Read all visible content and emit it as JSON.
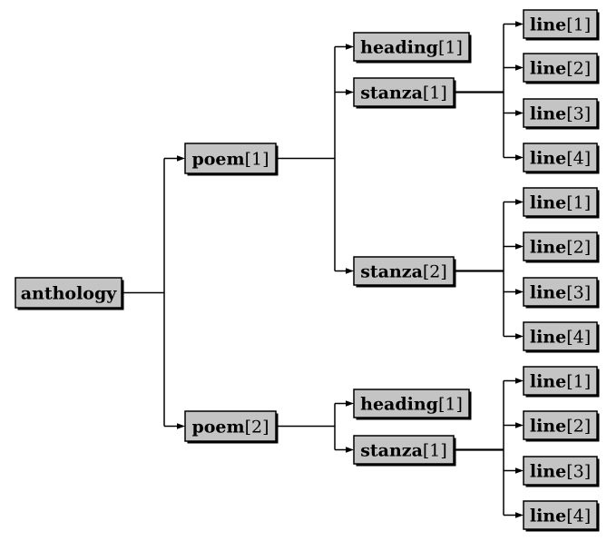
{
  "tree": {
    "root": {
      "name": "anthology",
      "index": ""
    },
    "poems": [
      {
        "node": {
          "name": "poem",
          "index": "[1]"
        },
        "children": [
          {
            "name": "heading",
            "index": "[1]",
            "lines": []
          },
          {
            "name": "stanza",
            "index": "[1]",
            "lines": [
              {
                "name": "line",
                "index": "[1]"
              },
              {
                "name": "line",
                "index": "[2]"
              },
              {
                "name": "line",
                "index": "[3]"
              },
              {
                "name": "line",
                "index": "[4]"
              }
            ]
          },
          {
            "name": "stanza",
            "index": "[2]",
            "lines": [
              {
                "name": "line",
                "index": "[1]"
              },
              {
                "name": "line",
                "index": "[2]"
              },
              {
                "name": "line",
                "index": "[3]"
              },
              {
                "name": "line",
                "index": "[4]"
              }
            ]
          }
        ]
      },
      {
        "node": {
          "name": "poem",
          "index": "[2]"
        },
        "children": [
          {
            "name": "heading",
            "index": "[1]",
            "lines": []
          },
          {
            "name": "stanza",
            "index": "[1]",
            "lines": [
              {
                "name": "line",
                "index": "[1]"
              },
              {
                "name": "line",
                "index": "[2]"
              },
              {
                "name": "line",
                "index": "[3]"
              },
              {
                "name": "line",
                "index": "[4]"
              }
            ]
          }
        ]
      }
    ]
  }
}
